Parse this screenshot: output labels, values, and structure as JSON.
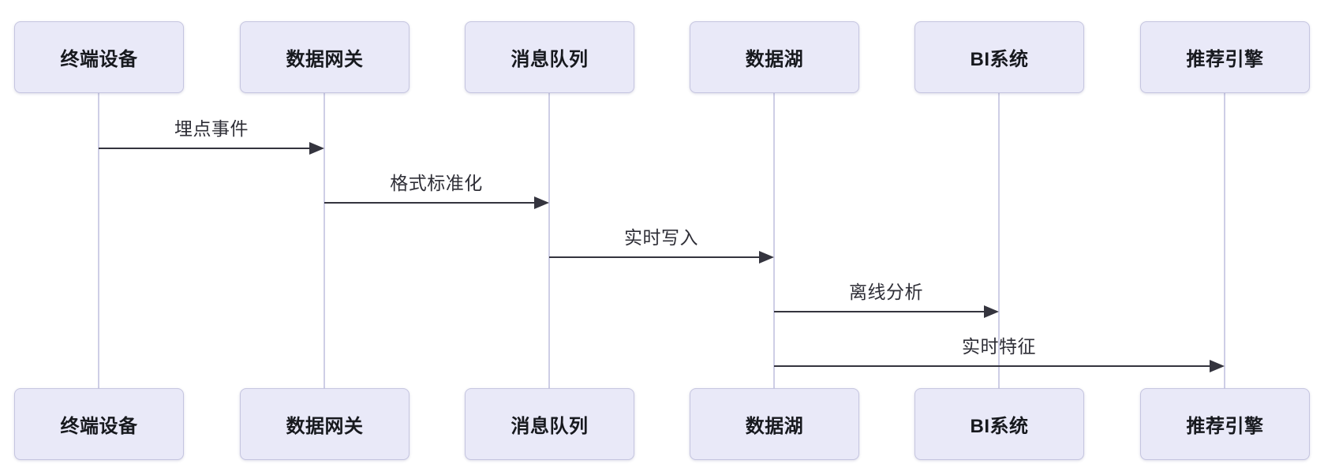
{
  "diagram": {
    "type": "sequence-diagram",
    "background": "#ffffff",
    "actors": [
      {
        "id": "terminal-device",
        "label": "终端设备"
      },
      {
        "id": "data-gateway",
        "label": "数据网关"
      },
      {
        "id": "message-queue",
        "label": "消息队列"
      },
      {
        "id": "data-lake",
        "label": "数据湖"
      },
      {
        "id": "bi-system",
        "label": "BI系统"
      },
      {
        "id": "recommendation-engine",
        "label": "推荐引擎"
      }
    ],
    "messages": [
      {
        "from": "终端设备",
        "to": "数据网关",
        "label": "埋点事件",
        "style": "solid-arrow"
      },
      {
        "from": "数据网关",
        "to": "消息队列",
        "label": "格式标准化",
        "style": "solid-arrow"
      },
      {
        "from": "消息队列",
        "to": "数据湖",
        "label": "实时写入",
        "style": "solid-arrow"
      },
      {
        "from": "数据湖",
        "to": "BI系统",
        "label": "离线分析",
        "style": "solid-arrow"
      },
      {
        "from": "数据湖",
        "to": "推荐引擎",
        "label": "实时特征",
        "style": "solid-arrow"
      }
    ],
    "colors": {
      "actor_fill": "#E9E9F8",
      "actor_border": "#C5C5E0",
      "actor_text": "#17191e",
      "lifeline": "#CECEE6",
      "arrow": "#34343e",
      "message_text": "#2e2e36"
    }
  }
}
